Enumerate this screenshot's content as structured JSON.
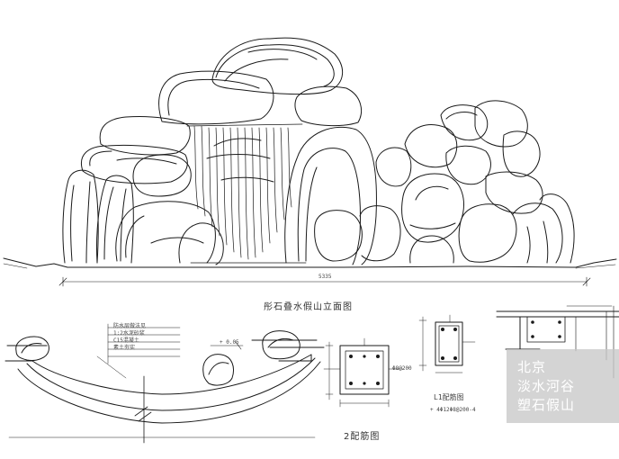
{
  "elevation_title": "彤石叠水假山立面图",
  "overall_dimension": "5335",
  "section_title": "2配筋图",
  "beam_label": "L1配筋图",
  "beam_spec": "+ 4Φ12Φ8@200-4",
  "section_notes": [
    "防水层做法见",
    "1:2水泥砂浆",
    "C15混凝土",
    "素土夯实"
  ],
  "water_level": "+ 0.05",
  "rebar_note": "Φ8@200",
  "watermark": {
    "lines": [
      "北京",
      "淡水河谷",
      "塑石假山"
    ]
  }
}
